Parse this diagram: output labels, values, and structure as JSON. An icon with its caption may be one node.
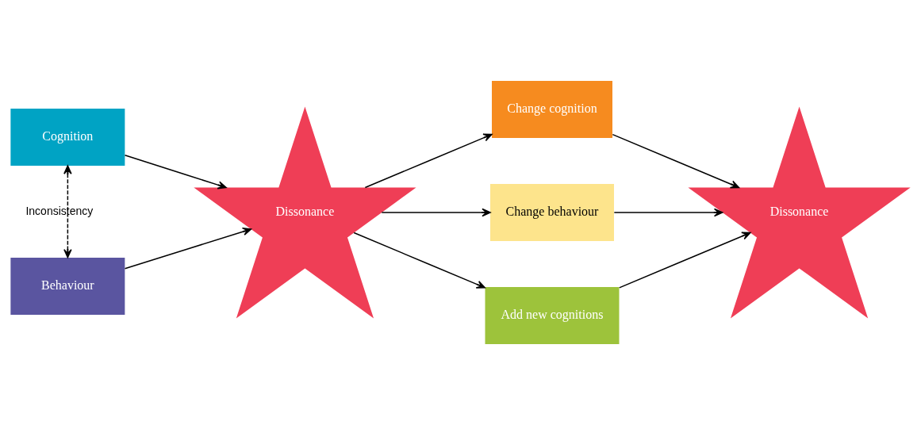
{
  "diagram": {
    "nodes": [
      {
        "text": [
          "Cognition"
        ]
      },
      {
        "text": [
          "Behaviour"
        ]
      },
      {
        "text": [
          "Dissonance"
        ]
      },
      {
        "text": [
          "Change cognition"
        ]
      },
      {
        "text": [
          "Change behaviour"
        ]
      },
      {
        "text": [
          "Add new cognitions"
        ]
      },
      {
        "text": [
          "Dissonance"
        ]
      }
    ],
    "edges": [
      {
        "from": 0,
        "to": 2,
        "arrow": "to"
      },
      {
        "from": 0,
        "to": 1,
        "arrow": "both",
        "style": "dashed",
        "label": "Inconsistency"
      },
      {
        "from": 1,
        "to": 2,
        "arrow": "to"
      },
      {
        "from": 2,
        "to": 3,
        "arrow": "to"
      },
      {
        "from": 2,
        "to": 4,
        "arrow": "to"
      },
      {
        "from": 2,
        "to": 5,
        "arrow": "to"
      },
      {
        "from": 3,
        "to": 6,
        "arrow": "to"
      },
      {
        "from": 4,
        "to": 6,
        "arrow": "to"
      },
      {
        "from": 5,
        "to": 6,
        "arrow": "to"
      }
    ]
  }
}
